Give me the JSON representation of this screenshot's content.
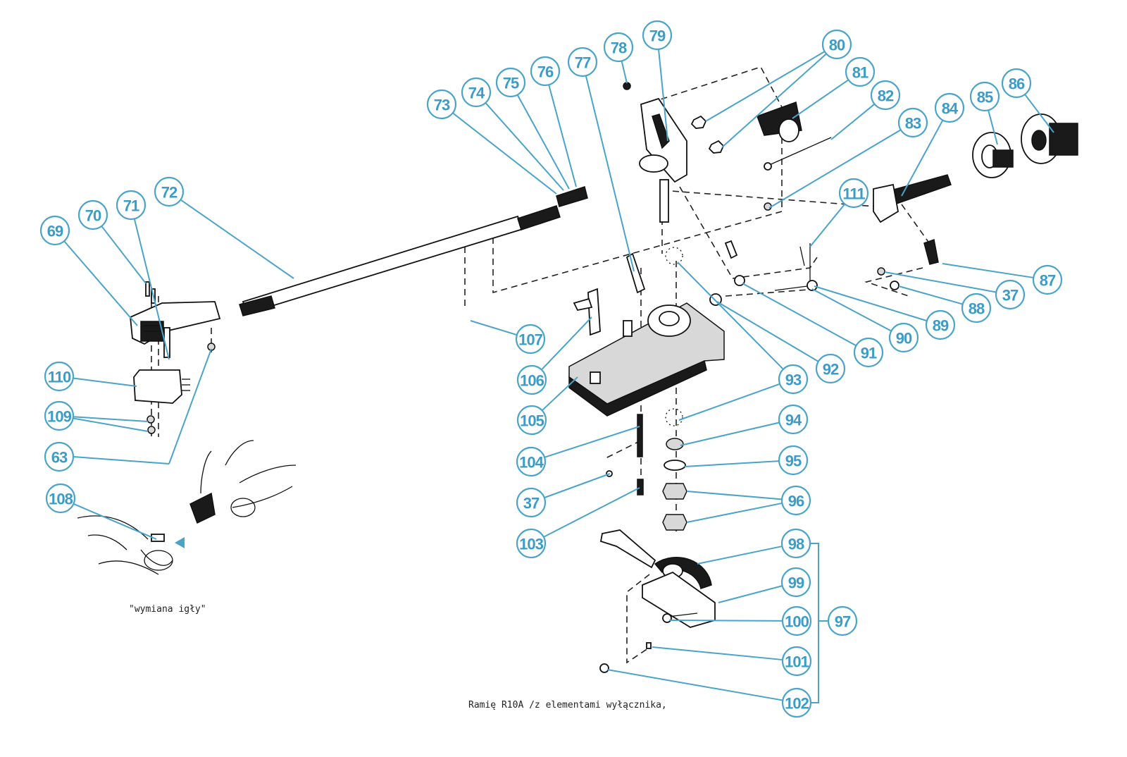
{
  "title": "Ramię R10A /z elementami wyłącznika,",
  "subcaption": "\"wymiana igły\"",
  "colors": {
    "callout": "#4aa3c9",
    "line_art": "#111111",
    "background": "#ffffff"
  },
  "callouts": [
    {
      "id": "63",
      "label": "63"
    },
    {
      "id": "69",
      "label": "69"
    },
    {
      "id": "70",
      "label": "70"
    },
    {
      "id": "71",
      "label": "71"
    },
    {
      "id": "72",
      "label": "72"
    },
    {
      "id": "73",
      "label": "73"
    },
    {
      "id": "74",
      "label": "74"
    },
    {
      "id": "75",
      "label": "75"
    },
    {
      "id": "76",
      "label": "76"
    },
    {
      "id": "77",
      "label": "77"
    },
    {
      "id": "78",
      "label": "78"
    },
    {
      "id": "79",
      "label": "79"
    },
    {
      "id": "80",
      "label": "80"
    },
    {
      "id": "81",
      "label": "81"
    },
    {
      "id": "82",
      "label": "82"
    },
    {
      "id": "83",
      "label": "83"
    },
    {
      "id": "84",
      "label": "84"
    },
    {
      "id": "85",
      "label": "85"
    },
    {
      "id": "86",
      "label": "86"
    },
    {
      "id": "87",
      "label": "87"
    },
    {
      "id": "37a",
      "label": "37"
    },
    {
      "id": "88",
      "label": "88"
    },
    {
      "id": "89",
      "label": "89"
    },
    {
      "id": "90",
      "label": "90"
    },
    {
      "id": "91",
      "label": "91"
    },
    {
      "id": "92",
      "label": "92"
    },
    {
      "id": "93",
      "label": "93"
    },
    {
      "id": "94",
      "label": "94"
    },
    {
      "id": "95",
      "label": "95"
    },
    {
      "id": "96",
      "label": "96"
    },
    {
      "id": "97",
      "label": "97"
    },
    {
      "id": "98",
      "label": "98"
    },
    {
      "id": "99",
      "label": "99"
    },
    {
      "id": "100",
      "label": "100"
    },
    {
      "id": "101",
      "label": "101"
    },
    {
      "id": "102",
      "label": "102"
    },
    {
      "id": "103",
      "label": "103"
    },
    {
      "id": "37b",
      "label": "37"
    },
    {
      "id": "104",
      "label": "104"
    },
    {
      "id": "105",
      "label": "105"
    },
    {
      "id": "106",
      "label": "106"
    },
    {
      "id": "107",
      "label": "107"
    },
    {
      "id": "108",
      "label": "108"
    },
    {
      "id": "109",
      "label": "109"
    },
    {
      "id": "110",
      "label": "110"
    },
    {
      "id": "111",
      "label": "111"
    }
  ],
  "group": {
    "label": "97",
    "members": [
      "98",
      "99",
      "100",
      "101",
      "102"
    ]
  }
}
